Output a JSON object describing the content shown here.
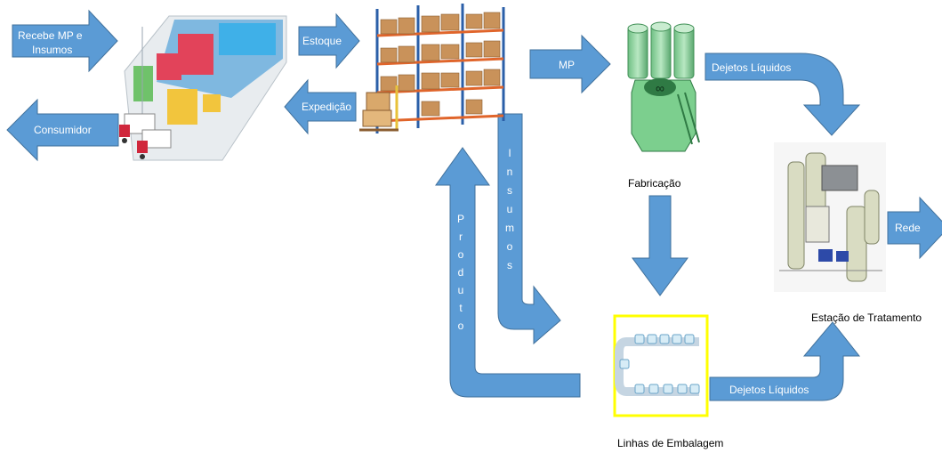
{
  "colors": {
    "arrow": "#5b9bd5",
    "arrow_stroke": "#41719c",
    "highlight_border": "#ffff00",
    "tank_green": "#8fd19e",
    "tank_dark": "#3f8f55"
  },
  "arrows": {
    "receive": "Recebe MP e Insumos",
    "consumer": "Consumidor",
    "stock": "Estoque",
    "dispatch": "Expedição",
    "mp": "MP",
    "liquid_waste_top": "Dejetos Líquidos",
    "inputs": "Insumos",
    "product": "Produto",
    "liquid_waste_bottom": "Dejetos Líquidos",
    "network": "Rede"
  },
  "captions": {
    "manufacturing": "Fabricação",
    "treatment": "Estação de Tratamento",
    "packaging": "Linhas de Embalagem"
  },
  "icons": {
    "warehouse": "warehouse-illustration",
    "shelving": "storage-shelving-illustration",
    "mixer": "mixing-tank-illustration",
    "treatment": "treatment-plant-illustration",
    "packaging": "packaging-line-illustration"
  }
}
